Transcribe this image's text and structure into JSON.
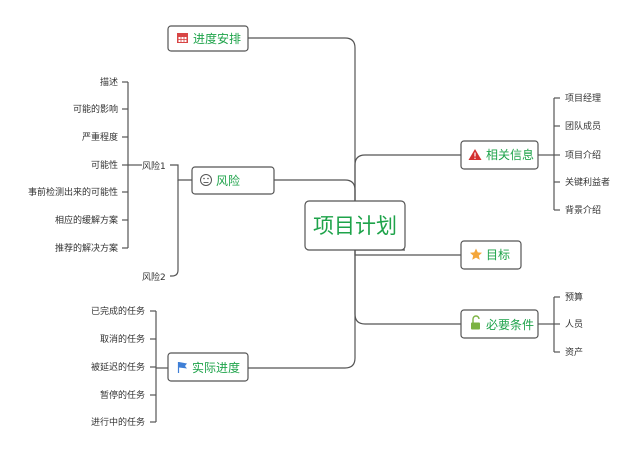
{
  "center": {
    "label": "项目计划"
  },
  "schedule": {
    "label": "进度安排",
    "icon": "calendar-icon"
  },
  "risk": {
    "label": "风险",
    "icon": "smiley-icon",
    "risk1": "风险1",
    "risk2": "风险2",
    "details": [
      "描述",
      "可能的影响",
      "严重程度",
      "可能性",
      "事前检测出来的可能性",
      "相应的缓解方案",
      "推荐的解决方案"
    ]
  },
  "progress": {
    "label": "实际进度",
    "icon": "flag-icon",
    "items": [
      "已完成的任务",
      "取消的任务",
      "被延迟的任务",
      "暂停的任务",
      "进行中的任务"
    ]
  },
  "info": {
    "label": "相关信息",
    "icon": "warning-icon",
    "items": [
      "项目经理",
      "团队成员",
      "项目介绍",
      "关键利益者",
      "背景介绍"
    ]
  },
  "goal": {
    "label": "目标",
    "icon": "star-icon"
  },
  "requirements": {
    "label": "必要条件",
    "icon": "unlock-icon",
    "items": [
      "预算",
      "人员",
      "资产"
    ]
  },
  "colors": {
    "topic_text": "#1ea34a",
    "line": "#555555",
    "warning": "#d32f2f",
    "star": "#f4a63a",
    "unlock": "#7cb342",
    "flag": "#3f7fd6",
    "calendar": "#d84545"
  }
}
